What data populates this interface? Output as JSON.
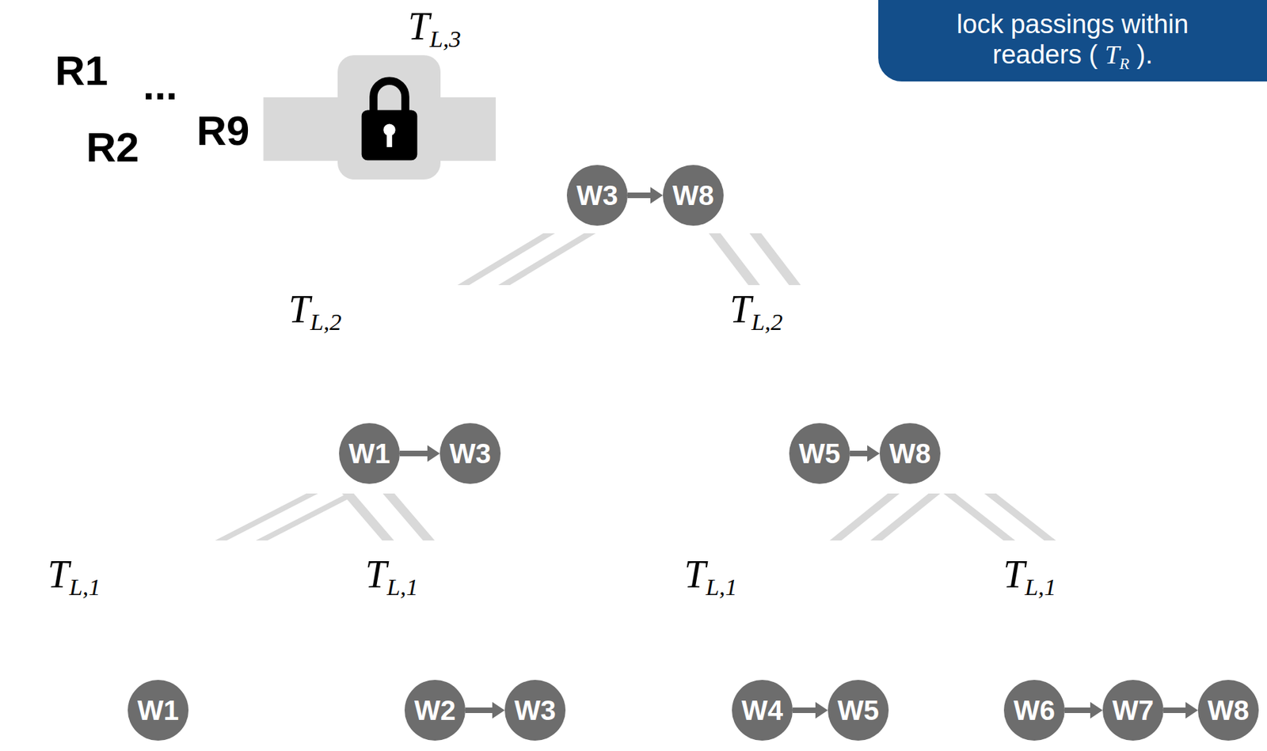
{
  "diagram": {
    "nodes": [
      {
        "text": [
          "..."
        ]
      },
      {
        "text": [
          "R1"
        ],
        "in": 0
      },
      {
        "text": [
          "R2"
        ],
        "in": 0
      },
      {
        "text": [
          "R9"
        ],
        "in": 0
      },
      {
        "text": [
          "TL,3"
        ]
      },
      {
        "text": [
          "W3"
        ],
        "in": 4
      },
      {
        "text": [
          "W8"
        ],
        "in": 4
      },
      {
        "text": [
          "TL,2"
        ]
      },
      {
        "text": [
          "W1"
        ],
        "in": 7
      },
      {
        "text": [
          "W3"
        ],
        "in": 7
      },
      {
        "text": [
          "TL,2"
        ]
      },
      {
        "text": [
          "W5"
        ],
        "in": 10
      },
      {
        "text": [
          "W8"
        ],
        "in": 10
      },
      {
        "text": [
          "TL,1"
        ]
      },
      {
        "text": [
          "W1"
        ],
        "in": 13
      },
      {
        "text": [
          "TL,1"
        ]
      },
      {
        "text": [
          "W2"
        ],
        "in": 15
      },
      {
        "text": [
          "W3"
        ],
        "in": 15
      },
      {
        "text": [
          "TL,1"
        ]
      },
      {
        "text": [
          "W4"
        ],
        "in": 18
      },
      {
        "text": [
          "W5"
        ],
        "in": 18
      },
      {
        "text": [
          "TL,1"
        ]
      },
      {
        "text": [
          "W6"
        ],
        "in": 21
      },
      {
        "text": [
          "W7"
        ],
        "in": 21
      },
      {
        "text": [
          "W8"
        ],
        "in": 21
      },
      {
        "text": [
          "lock passings within readers ( TR )."
        ]
      }
    ],
    "edges": [
      {
        "from": 0,
        "to": 4,
        "arrow": "none"
      },
      {
        "from": 4,
        "to": 7,
        "arrow": "none"
      },
      {
        "from": 4,
        "to": 10,
        "arrow": "none"
      },
      {
        "from": 7,
        "to": 13,
        "arrow": "none"
      },
      {
        "from": 7,
        "to": 15,
        "arrow": "none"
      },
      {
        "from": 10,
        "to": 18,
        "arrow": "none"
      },
      {
        "from": 10,
        "to": 21,
        "arrow": "none"
      },
      {
        "from": 5,
        "to": 6,
        "arrow": "to"
      },
      {
        "from": 8,
        "to": 9,
        "arrow": "to"
      },
      {
        "from": 11,
        "to": 12,
        "arrow": "to"
      },
      {
        "from": 16,
        "to": 17,
        "arrow": "to"
      },
      {
        "from": 19,
        "to": 20,
        "arrow": "to"
      },
      {
        "from": 22,
        "to": 23,
        "arrow": "to"
      },
      {
        "from": 23,
        "to": 24,
        "arrow": "to"
      }
    ]
  }
}
